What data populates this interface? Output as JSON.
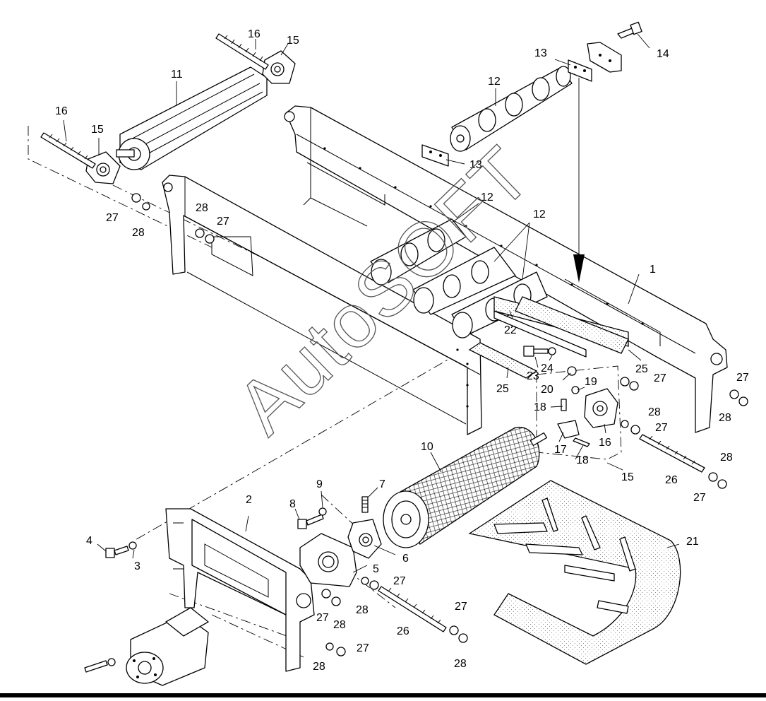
{
  "watermark": "AutoSOFT",
  "callouts": [
    {
      "id": "c1",
      "label": "1"
    },
    {
      "id": "c2",
      "label": "2"
    },
    {
      "id": "c3",
      "label": "3"
    },
    {
      "id": "c4",
      "label": "4"
    },
    {
      "id": "c5",
      "label": "5"
    },
    {
      "id": "c6",
      "label": "6"
    },
    {
      "id": "c7",
      "label": "7"
    },
    {
      "id": "c8",
      "label": "8"
    },
    {
      "id": "c9",
      "label": "9"
    },
    {
      "id": "c10",
      "label": "10"
    },
    {
      "id": "c11",
      "label": "11"
    },
    {
      "id": "c12a",
      "label": "12"
    },
    {
      "id": "c12b",
      "label": "12"
    },
    {
      "id": "c12c",
      "label": "12"
    },
    {
      "id": "c13a",
      "label": "13"
    },
    {
      "id": "c13b",
      "label": "13"
    },
    {
      "id": "c14",
      "label": "14"
    },
    {
      "id": "c15a",
      "label": "15"
    },
    {
      "id": "c15b",
      "label": "15"
    },
    {
      "id": "c15c",
      "label": "15"
    },
    {
      "id": "c16a",
      "label": "16"
    },
    {
      "id": "c16b",
      "label": "16"
    },
    {
      "id": "c16c",
      "label": "16"
    },
    {
      "id": "c17",
      "label": "17"
    },
    {
      "id": "c18a",
      "label": "18"
    },
    {
      "id": "c18b",
      "label": "18"
    },
    {
      "id": "c19",
      "label": "19"
    },
    {
      "id": "c20",
      "label": "20"
    },
    {
      "id": "c21",
      "label": "21"
    },
    {
      "id": "c22",
      "label": "22"
    },
    {
      "id": "c23",
      "label": "23"
    },
    {
      "id": "c24",
      "label": "24"
    },
    {
      "id": "c25a",
      "label": "25"
    },
    {
      "id": "c25b",
      "label": "25"
    },
    {
      "id": "c26a",
      "label": "26"
    },
    {
      "id": "c26b",
      "label": "26"
    },
    {
      "id": "c27a",
      "label": "27"
    },
    {
      "id": "c27b",
      "label": "27"
    },
    {
      "id": "c27c",
      "label": "27"
    },
    {
      "id": "c27d",
      "label": "27"
    },
    {
      "id": "c27e",
      "label": "27"
    },
    {
      "id": "c27f",
      "label": "27"
    },
    {
      "id": "c27g",
      "label": "27"
    },
    {
      "id": "c27h",
      "label": "27"
    },
    {
      "id": "c27i",
      "label": "27"
    },
    {
      "id": "c27j",
      "label": "27"
    },
    {
      "id": "c28a",
      "label": "28"
    },
    {
      "id": "c28b",
      "label": "28"
    },
    {
      "id": "c28c",
      "label": "28"
    },
    {
      "id": "c28d",
      "label": "28"
    },
    {
      "id": "c28e",
      "label": "28"
    },
    {
      "id": "c28f",
      "label": "28"
    },
    {
      "id": "c28g",
      "label": "28"
    },
    {
      "id": "c28h",
      "label": "28"
    },
    {
      "id": "c28i",
      "label": "28"
    }
  ]
}
